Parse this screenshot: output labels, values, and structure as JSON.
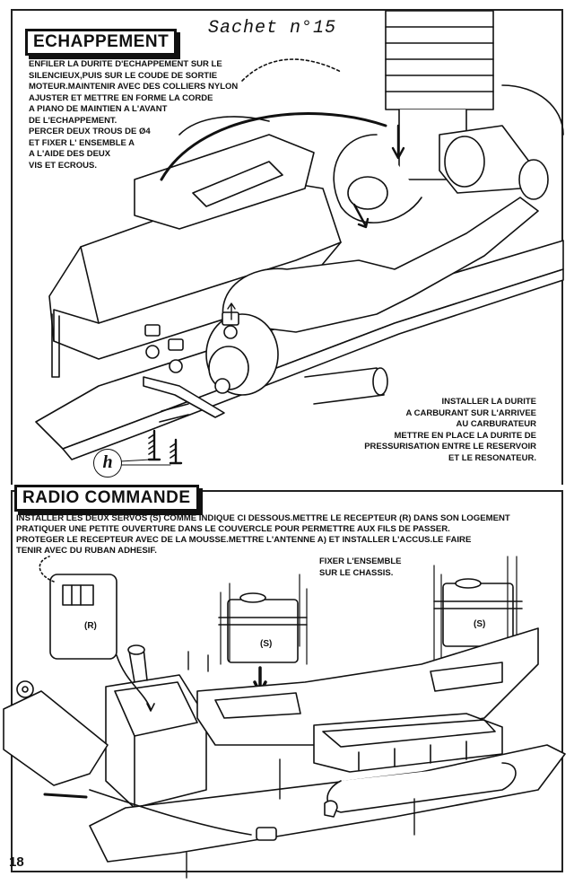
{
  "header": {
    "section_exhaust": "ECHAPPEMENT",
    "bag_number": "Sachet n°15"
  },
  "exhaust": {
    "instructions": [
      "ENFILER LA DURITE D'ECHAPPEMENT SUR LE",
      "SILENCIEUX,PUIS SUR LE COUDE DE SORTIE",
      "MOTEUR.MAINTENIR AVEC DES COLLIERS NYLON",
      "AJUSTER ET METTRE EN FORME LA CORDE",
      "A PIANO DE MAINTIEN A L'AVANT",
      "DE L'ECHAPPEMENT.",
      "PERCER DEUX TROUS DE Ø4",
      "ET FIXER L' ENSEMBLE A",
      "A L'AIDE DES DEUX",
      "VIS ET ECROUS."
    ],
    "fuel_instructions": [
      "INSTALLER LA DURITE",
      "A CARBURANT SUR L'ARRIVEE",
      "AU CARBURATEUR",
      "METTRE EN PLACE LA DURITE DE",
      "PRESSURISATION ENTRE LE RESERVOIR",
      "ET LE RESONATEUR."
    ],
    "label_h": "h"
  },
  "radio": {
    "section_title": "RADIO COMMANDE",
    "instructions": [
      "INSTALLER LES DEUX SERVOS (S) COMME INDIQUE CI DESSOUS.METTRE LE RECEPTEUR (R) DANS SON LOGEMENT",
      "PRATIQUER UNE PETITE OUVERTURE DANS LE COUVERCLE POUR PERMETTRE AUX FILS DE PASSER.",
      "PROTEGER LE RECEPTEUR AVEC DE LA MOUSSE.METTRE L'ANTENNE  A) ET INSTALLER L'ACCUS.LE FAIRE",
      "TENIR AVEC DU RUBAN ADHESIF."
    ],
    "fix_note": [
      "FIXER L'ENSEMBLE",
      "SUR LE CHASSIS."
    ],
    "label_receiver": "(R)",
    "label_servo_1": "(S)",
    "label_servo_2": "(S)"
  },
  "footer": {
    "page_number": "18"
  }
}
